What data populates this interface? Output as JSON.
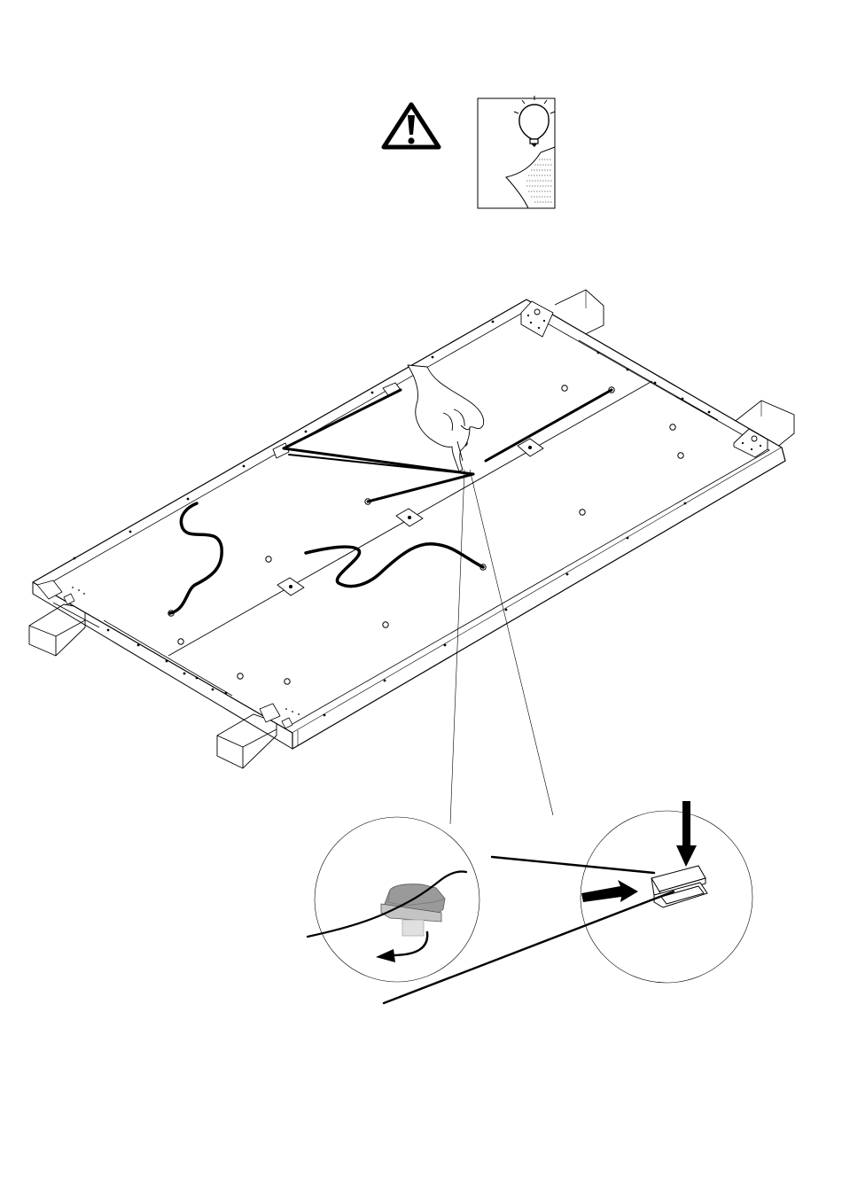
{
  "page": {
    "background": "#ffffff",
    "ink": "#000000",
    "clip_color": "#9a9a9a",
    "hint_icons": [
      "warning-triangle-icon",
      "lightbulb-note-icon"
    ]
  },
  "illustration": {
    "subject": "panel-with-led-cable",
    "details": [
      "cable-clip-detail",
      "clip-press-detail"
    ],
    "arrows": [
      "cable-pull-arrow",
      "press-down-arrow",
      "push-in-arrow"
    ]
  }
}
